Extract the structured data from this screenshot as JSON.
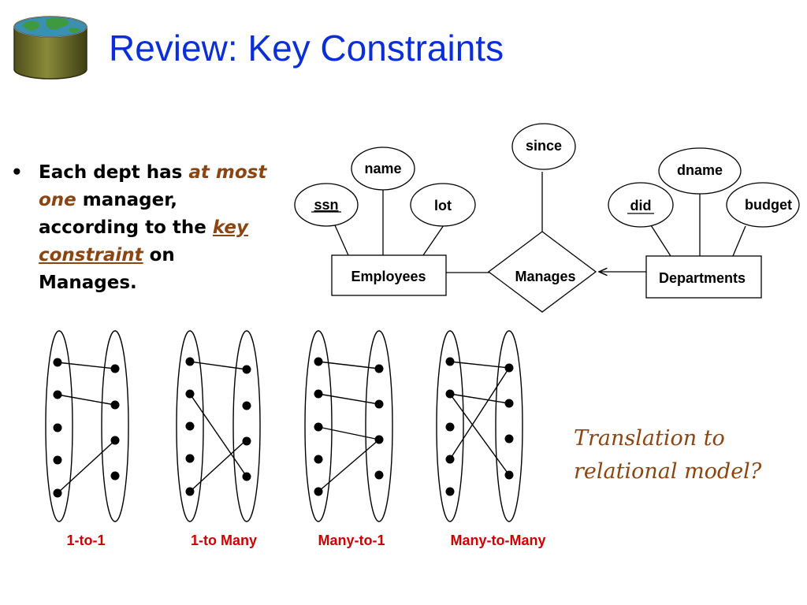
{
  "slide": {
    "title": "Review: Key Constraints",
    "logo_icon": "database-globe-icon"
  },
  "bullet": {
    "marker": "•",
    "part1": "Each dept has ",
    "emph1": "at most one",
    "part2": " manager, according to the ",
    "emph2": "key constraint",
    "part3": " on Manages."
  },
  "er_diagram": {
    "entities": {
      "employees": "Employees",
      "departments": "Departments"
    },
    "relationship": "Manages",
    "attributes": {
      "since": "since",
      "name": "name",
      "ssn": "ssn",
      "lot": "lot",
      "dname": "dname",
      "did": "did",
      "budget": "budget"
    },
    "key_attributes": [
      "ssn",
      "did"
    ],
    "arrow": "Departments → Manages"
  },
  "cardinality": {
    "one_to_one": "1-to-1",
    "one_to_many": "1-to Many",
    "many_to_one": "Many-to-1",
    "many_to_many": "Many-to-Many",
    "label_color": "#cc0000"
  },
  "note": "Translation to relational model?",
  "colors": {
    "title": "#0a2fd6",
    "emphasis": "#8b4513",
    "labels": "#cc0000"
  }
}
